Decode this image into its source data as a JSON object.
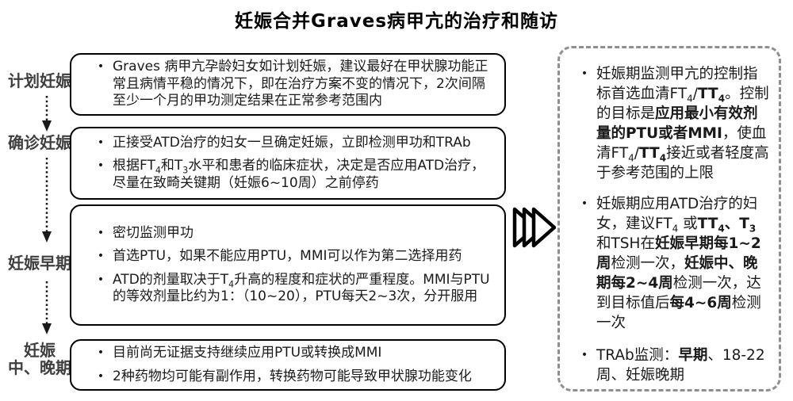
{
  "title": "妊娠合并Graves病甲亢的治疗和随访",
  "bullet_icon": "•",
  "colors": {
    "box_border": "#000000",
    "stage_label_text": "#3f3f3f",
    "panel_border": "#8f8f8f",
    "body_text": "#1a1a1a"
  },
  "stages": [
    {
      "label_lines": [
        "计划妊娠"
      ],
      "bullets": [
        [
          {
            "t": "Graves 病甲亢孕龄妇女如计划妊娠，建议最好在甲状腺功能正常且病情平稳的情况下，即在治疗方案不变的情况下，2次间隔至少一个月的甲功测定结果在正常参考范围内"
          }
        ]
      ]
    },
    {
      "label_lines": [
        "确诊妊娠"
      ],
      "bullets": [
        [
          {
            "t": "正接受ATD治疗的妇女一旦确定妊娠，立即检测甲功和TRAb"
          }
        ],
        [
          {
            "t": "根据FT"
          },
          {
            "t": "4",
            "sub": true
          },
          {
            "t": "和T"
          },
          {
            "t": "3",
            "sub": true
          },
          {
            "t": "水平和患者的临床症状，决定是否应用ATD治疗，尽量在致畸关键期（妊娠6~10周）之前停药"
          }
        ]
      ]
    },
    {
      "label_lines": [
        "妊娠早期"
      ],
      "bullets": [
        [
          {
            "t": "密切监测甲功"
          }
        ],
        [
          {
            "t": "首选PTU，如果不能应用PTU，MMI可以作为第二选择用药"
          }
        ],
        [
          {
            "t": "ATD的剂量取决于T"
          },
          {
            "t": "4",
            "sub": true
          },
          {
            "t": "升高的程度和症状的严重程度。MMI与PTU的等效剂量比约为1：（10~20），PTU每天2~3次，分开服用"
          }
        ]
      ]
    },
    {
      "label_lines": [
        "妊娠",
        "中、晚期"
      ],
      "bullets": [
        [
          {
            "t": "目前尚无证据支持继续应用PTU或转换成MMI"
          }
        ],
        [
          {
            "t": "2种药物均可能有副作用，转换药物可能导致甲状腺功能变化"
          }
        ]
      ]
    }
  ],
  "side_panel": {
    "bullets": [
      [
        {
          "t": "妊娠期监测甲亢的控制指标首选血清FT"
        },
        {
          "t": "4",
          "sub": true
        },
        {
          "t": "/"
        },
        {
          "t": "TT",
          "b": true
        },
        {
          "t": "4",
          "b": true,
          "sub": true
        },
        {
          "t": "。控制的目标是"
        },
        {
          "t": "应用最小有效剂量的PTU或者MMI",
          "b": true
        },
        {
          "t": "，使血清FT"
        },
        {
          "t": "4",
          "sub": true
        },
        {
          "t": "/"
        },
        {
          "t": "TT",
          "b": true
        },
        {
          "t": "4",
          "b": true,
          "sub": true
        },
        {
          "t": "接近或者轻度高于参考范围的上限"
        }
      ],
      [
        {
          "t": "妊娠期应用ATD治疗的妇女，建议FT"
        },
        {
          "t": "4",
          "sub": true
        },
        {
          "t": " 或"
        },
        {
          "t": "TT",
          "b": true
        },
        {
          "t": "4",
          "b": true,
          "sub": true
        },
        {
          "t": "、",
          "b": true
        },
        {
          "t": "T",
          "b": true
        },
        {
          "t": "3",
          "b": true,
          "sub": true
        },
        {
          "t": "和TSH在"
        },
        {
          "t": "妊娠早期每1~2周",
          "b": true
        },
        {
          "t": "检测一次，"
        },
        {
          "t": "妊娠中、晚期每2~4周",
          "b": true
        },
        {
          "t": "检测一次，达到目标值后"
        },
        {
          "t": "每4~6周",
          "b": true
        },
        {
          "t": "检测一次"
        }
      ],
      [
        {
          "t": "TRAb监测："
        },
        {
          "t": "早期",
          "b": true
        },
        {
          "t": "、18-22周、妊娠晚期"
        }
      ]
    ]
  }
}
